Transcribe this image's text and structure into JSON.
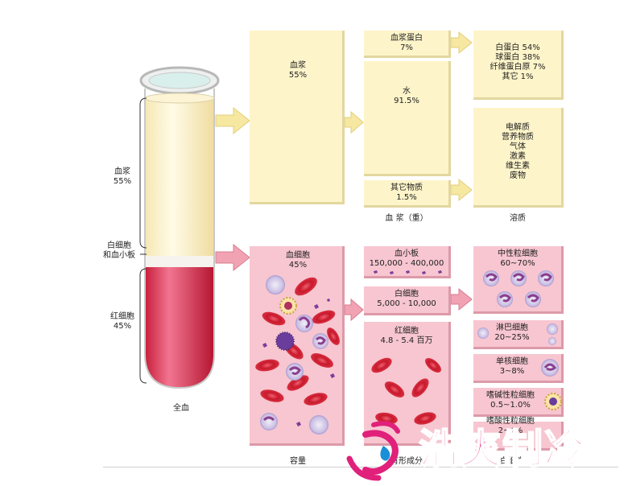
{
  "tube": {
    "plasma_label": "血浆\n55%",
    "wbc_label_1": "白细胞",
    "wbc_label_2": "和血小板",
    "rbc_label": "红细胞\n45%",
    "bottom_label": "全血"
  },
  "plasma_box": {
    "text": "血浆\n55%"
  },
  "plasma_parts": {
    "protein": "血浆蛋白\n7%",
    "water": "水\n91.5%",
    "other": "其它物质\n1.5%",
    "caption": "血 浆（重）"
  },
  "protein_detail": {
    "text": "白蛋白 54%\n球蛋白 38%\n纤维蛋白原 7%\n其它 1%"
  },
  "solute_detail": {
    "text": "电解质\n营养物质\n气体\n激素\n维生素\n废物",
    "caption": "溶质"
  },
  "cells_box": {
    "text": "血细胞\n45%",
    "caption": "容量"
  },
  "formed": {
    "platelet": "血小板\n150,000 - 400,000",
    "wbc": "白细胞\n5,000 - 10,000",
    "rbc": "红细胞\n4.8 - 5.4 百万",
    "caption": "有形成分"
  },
  "wbc_types": {
    "neutrophil": "中性粒细胞\n60~70%",
    "lymphocyte": "淋巴细胞\n20~25%",
    "monocyte": "单核细胞\n3~8%",
    "basophil": "嗜碱性粒细胞\n0.5~1.0%",
    "eosinophil": "嗜酸性粒细胞\n2~4%",
    "caption": "白细胞"
  },
  "watermark": {
    "text": "浩爽制冷"
  },
  "colors": {
    "plasma": "#fdf4c9",
    "cells": "#f7c6d0",
    "rbc": "#d42b3c",
    "arrow_yellow": "#f6e7a1",
    "arrow_pink": "#f1a3b3",
    "watermark": "#e0207a"
  }
}
